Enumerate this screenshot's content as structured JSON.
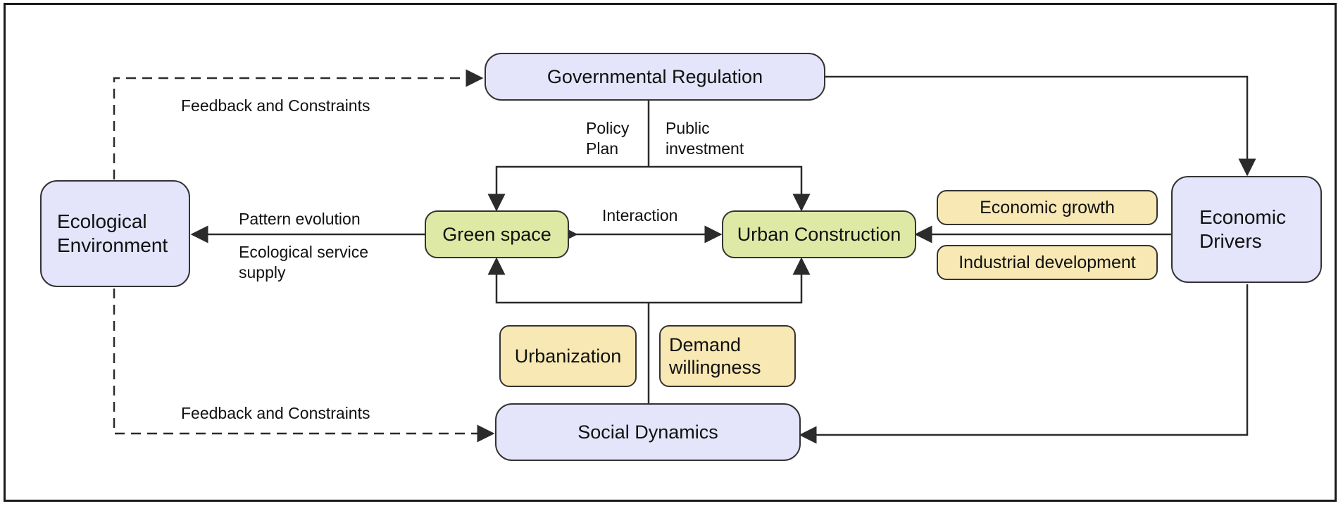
{
  "nodes": {
    "governmental_regulation": "Governmental Regulation",
    "ecological_environment": "Ecological\nEnvironment",
    "economic_drivers": "Economic\nDrivers",
    "green_space": "Green space",
    "urban_construction": "Urban Construction",
    "social_dynamics": "Social Dynamics",
    "economic_growth": "Economic growth",
    "industrial_development": "Industrial development",
    "urbanization": "Urbanization",
    "demand_willingness": "Demand\nwillingness"
  },
  "labels": {
    "feedback_top": "Feedback and Constraints",
    "feedback_bottom": "Feedback and Constraints",
    "policy_plan": "Policy\nPlan",
    "public_investment": "Public\ninvestment",
    "interaction": "Interaction",
    "pattern_evolution": "Pattern evolution",
    "ecological_service_supply": "Ecological service\nsupply"
  },
  "colors": {
    "core_fill": "#e4e4fb",
    "green_fill": "#dde9a5",
    "tag_fill": "#f8e8b4",
    "stroke": "#2b2b2b"
  }
}
